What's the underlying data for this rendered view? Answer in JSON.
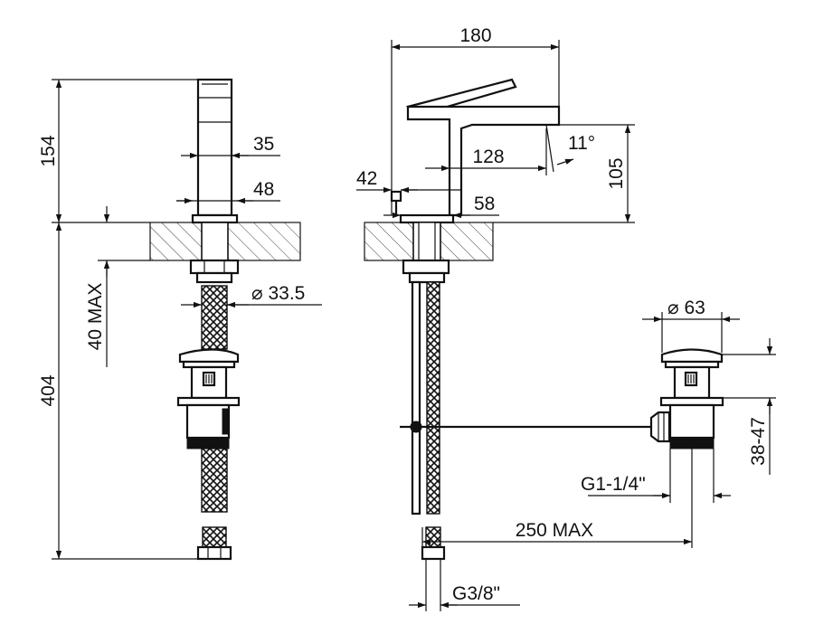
{
  "dimensions": {
    "total_height_top": "154",
    "body_width": "35",
    "base_width": "48",
    "max_deck_thickness": "40 MAX",
    "hose_diameter": "33.5",
    "total_height_bottom": "404",
    "spout_length": "180",
    "spout_reach": "128",
    "lever_angle": "11°",
    "spout_height": "105",
    "rod_offset": "42",
    "base_depth": "58",
    "plug_diameter": "63",
    "waste_thread": "G1-1/4\"",
    "pop_up_range": "38-47",
    "max_rod_length": "250 MAX",
    "inlet_thread": "G3/8\""
  }
}
